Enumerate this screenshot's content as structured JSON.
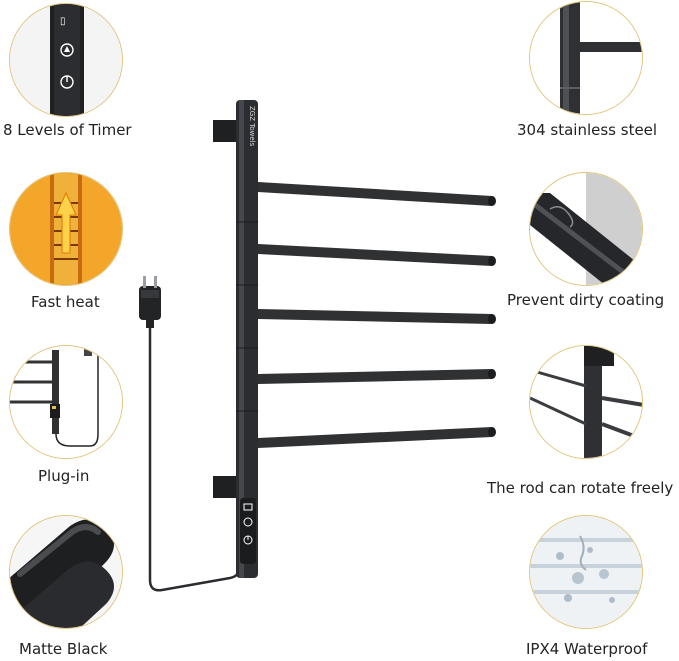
{
  "features_left": [
    {
      "label": "8 Levels of Timer",
      "icon": "timer-panel-icon"
    },
    {
      "label": "Fast heat",
      "icon": "heat-icon"
    },
    {
      "label": "Plug-in",
      "icon": "plug-in-icon"
    },
    {
      "label": "Matte Black",
      "icon": "matte-black-icon"
    }
  ],
  "features_right": [
    {
      "label": "304 stainless steel",
      "icon": "stainless-steel-icon"
    },
    {
      "label": "Prevent dirty coating",
      "icon": "coating-icon"
    },
    {
      "label": "The rod can rotate freely",
      "icon": "rotate-rod-icon"
    },
    {
      "label": "IPX4 Waterproof",
      "icon": "waterproof-icon"
    }
  ],
  "product": {
    "brand_mark": "ZGZ Towels"
  },
  "colors": {
    "accent_border": "#e2c47a",
    "rail": "#2f3133",
    "rail_highlight": "#55585c",
    "heat": "#f5a623"
  }
}
